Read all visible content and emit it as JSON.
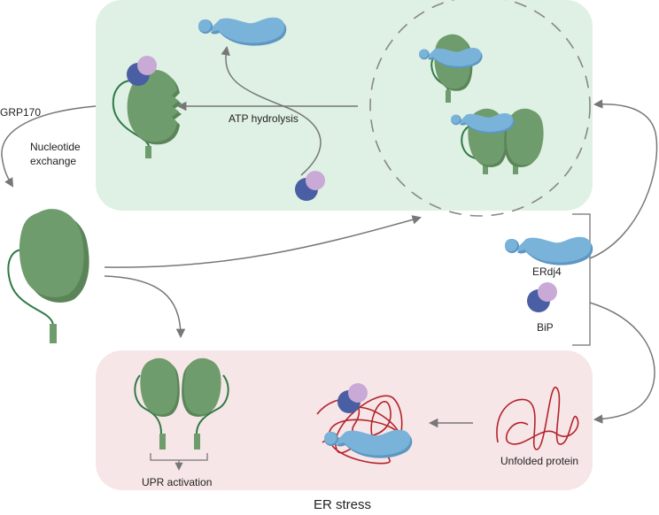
{
  "labels": {
    "atp_hydrolysis": "ATP hydrolysis",
    "grp170": "GRP170",
    "nucleotide": "Nucleotide",
    "exchange": "exchange",
    "erdj4": "ERdj4",
    "bip": "BiP",
    "unfolded_protein": "Unfolded protein",
    "upr_activation": "UPR activation",
    "er_stress": "ER stress"
  },
  "colors": {
    "green_panel": "#dff0e4",
    "pink_panel": "#f7e6e7",
    "ire1_green": "#6f9c6c",
    "ire1_green_dark": "#5b8558",
    "linker_green": "#2f7a45",
    "erdj4_blue": "#7ab3d9",
    "erdj4_blue_dark": "#5d97c2",
    "bip_navy": "#4a5fa3",
    "bip_lilac": "#c9a9d6",
    "unfolded_red": "#b3232b",
    "arrow_grey": "#777777"
  }
}
